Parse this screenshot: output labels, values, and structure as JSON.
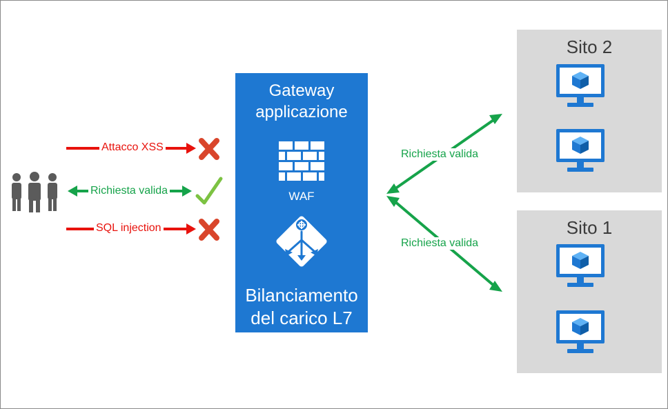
{
  "gateway": {
    "title_line1": "Gateway",
    "title_line2": "applicazione",
    "waf_label": "WAF",
    "lb_line1": "Bilanciamento",
    "lb_line2": "del carico L7"
  },
  "requests": [
    {
      "label": "Attacco XSS",
      "result": "blocked"
    },
    {
      "label": "Richiesta valida",
      "result": "allowed"
    },
    {
      "label": "SQL injection",
      "result": "blocked"
    }
  ],
  "backend": {
    "upper_label": "Richiesta valida",
    "lower_label": "Richiesta valida"
  },
  "sites": [
    {
      "label": "Sito 2",
      "vm_count": 2
    },
    {
      "label": "Sito 1",
      "vm_count": 2
    }
  ],
  "colors": {
    "azure_blue": "#1e78d2",
    "attack_red": "#e8120c",
    "cross_red": "#d9452b",
    "valid_green": "#16a34a",
    "check_green": "#7cc242",
    "site_gray": "#d9d9d9",
    "users_gray": "#5b5b5b"
  },
  "icons": [
    "users-icon",
    "cross-icon",
    "check-icon",
    "firewall-icon",
    "load-balancer-icon",
    "vm-icon"
  ]
}
